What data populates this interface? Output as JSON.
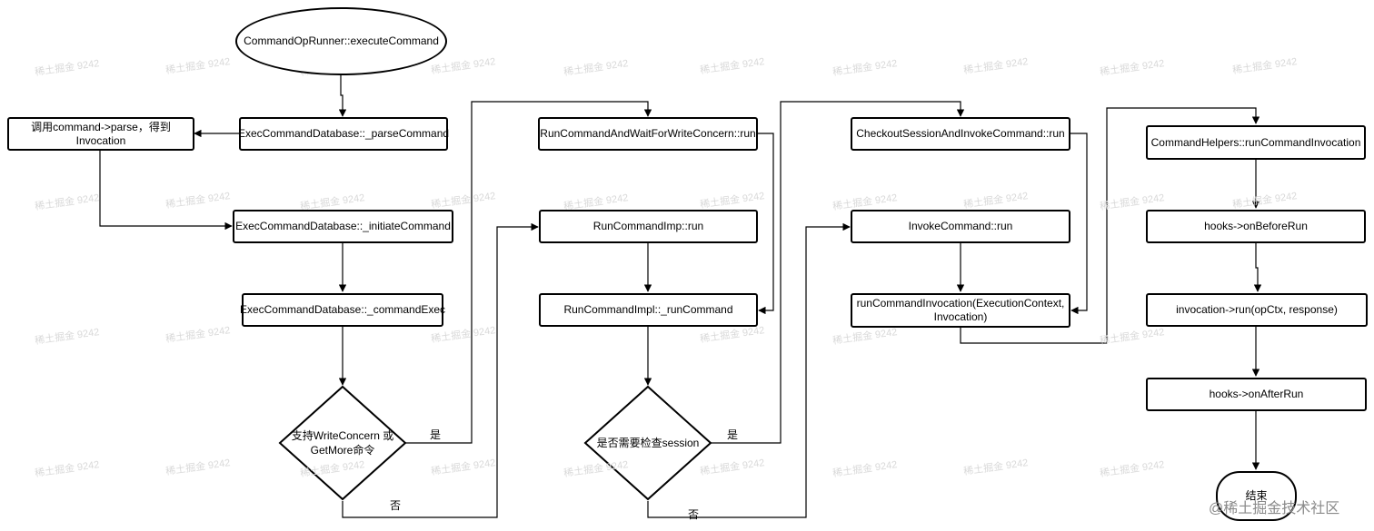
{
  "nodes": {
    "execute_command": "CommandOpRunner::executeCommand",
    "parse_command": "ExecCommandDatabase::_parseCommand",
    "parse_invocation": "调用command->parse，得到Invocation",
    "initiate_command": "ExecCommandDatabase::_initiateCommand",
    "command_exec": "ExecCommandDatabase::_commandExec",
    "decision_write_concern": "支持WriteConcern 或\nGetMore命令",
    "run_wait_write_concern": "RunCommandAndWaitForWriteConcern::run",
    "run_command_imp": "RunCommandImp::run",
    "run_command_impl": "RunCommandImpl::_runCommand",
    "decision_session": "是否需要检查session",
    "checkout_session": "CheckoutSessionAndInvokeCommand::run",
    "invoke_command": "InvokeCommand::run",
    "run_command_invocation": "runCommandInvocation(ExecutionContext,\nInvocation)",
    "helpers_run_invocation": "CommandHelpers::runCommandInvocation",
    "hooks_before": "hooks->onBeforeRun",
    "invocation_run": "invocation->run(opCtx, response)",
    "hooks_after": "hooks->onAfterRun",
    "end": "结束"
  },
  "edge_labels": {
    "yes_1": "是",
    "no_1": "否",
    "yes_2": "是",
    "no_2": "否"
  },
  "watermark": "稀土掘金技术社区",
  "watermark_handle": "@"
}
